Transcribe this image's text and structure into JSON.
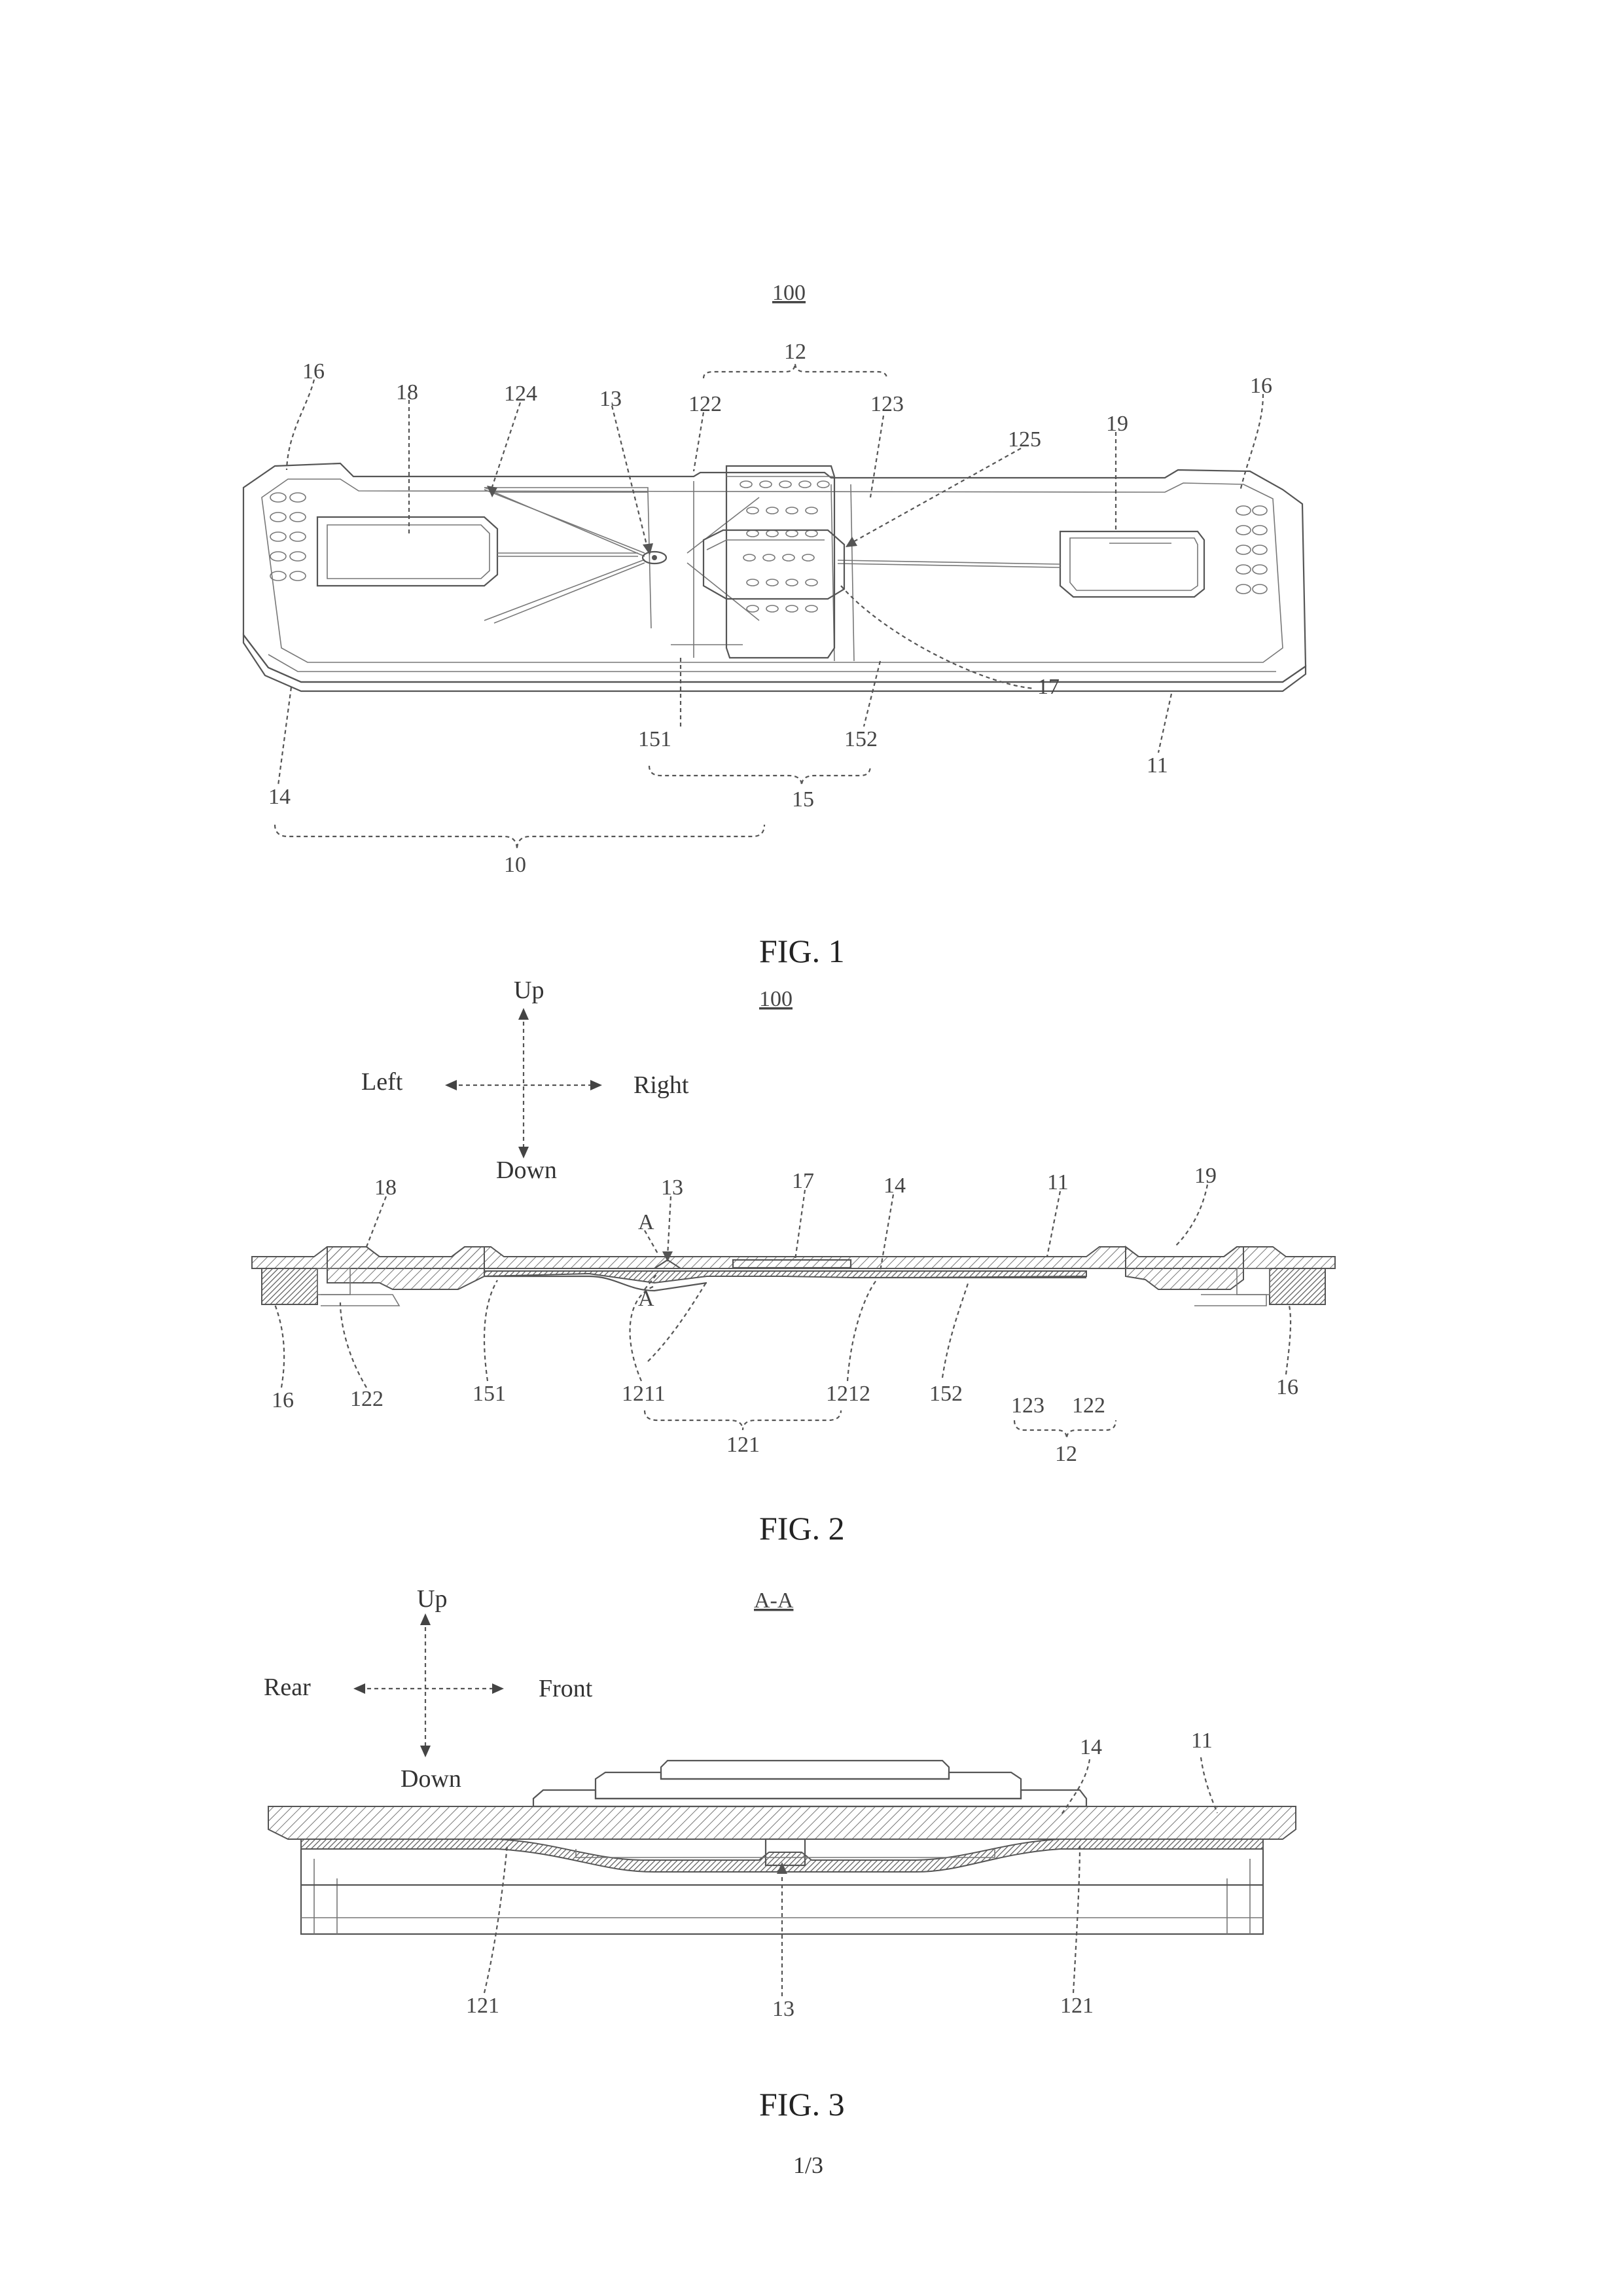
{
  "figure1": {
    "ref_main": "100",
    "labels": {
      "l16_left": "16",
      "l18": "18",
      "l124": "124",
      "l13": "13",
      "l12": "12",
      "l122": "122",
      "l123": "123",
      "l125": "125",
      "l19": "19",
      "l16_right": "16",
      "l17": "17",
      "l151": "151",
      "l152": "152",
      "l15": "15",
      "l11": "11",
      "l14": "14",
      "l10": "10"
    },
    "caption": "FIG. 1"
  },
  "figure2": {
    "ref_main": "100",
    "directions": {
      "up": "Up",
      "down": "Down",
      "left": "Left",
      "right": "Right"
    },
    "labels": {
      "l18": "18",
      "l13": "13",
      "l17": "17",
      "l14": "14",
      "l11": "11",
      "l19": "19",
      "lA_top": "A",
      "lA_bottom": "A",
      "l16_left": "16",
      "l122_left": "122",
      "l151": "151",
      "l1211": "1211",
      "l1212": "1212",
      "l152": "152",
      "l123": "123",
      "l122_right": "122",
      "l16_right": "16",
      "l121": "121",
      "l12": "12"
    },
    "caption": "FIG. 2"
  },
  "figure3": {
    "section_ref": "A-A",
    "directions": {
      "up": "Up",
      "down": "Down",
      "rear": "Rear",
      "front": "Front"
    },
    "labels": {
      "l14": "14",
      "l11": "11",
      "l121_left": "121",
      "l13": "13",
      "l121_right": "121"
    },
    "caption": "FIG. 3"
  },
  "page_number": "1/3"
}
